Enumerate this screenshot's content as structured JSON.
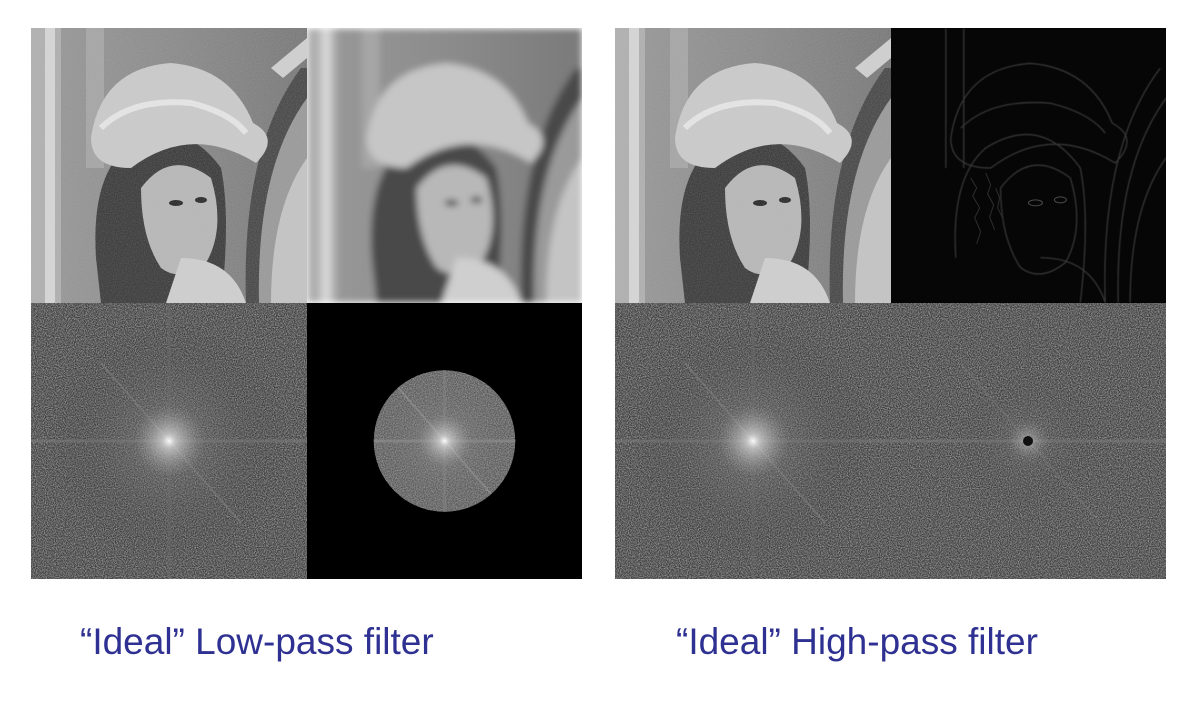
{
  "colors": {
    "caption_text": "#2e3192",
    "background": "#ffffff",
    "spectrum_mask": "#000000",
    "photo_light": "#c8c8c8",
    "photo_mid": "#8a8a8a",
    "photo_dark": "#3a3a3a"
  },
  "figures": [
    {
      "caption": "“Ideal” Low-pass filter",
      "filter": "low-pass",
      "tiles": [
        "original-photo",
        "filtered-photo-blurred",
        "fourier-spectrum",
        "spectrum-low-pass-masked"
      ]
    },
    {
      "caption": "“Ideal” High-pass filter",
      "filter": "high-pass",
      "tiles": [
        "original-photo",
        "filtered-photo-edges",
        "fourier-spectrum",
        "spectrum-high-pass-masked"
      ]
    }
  ]
}
